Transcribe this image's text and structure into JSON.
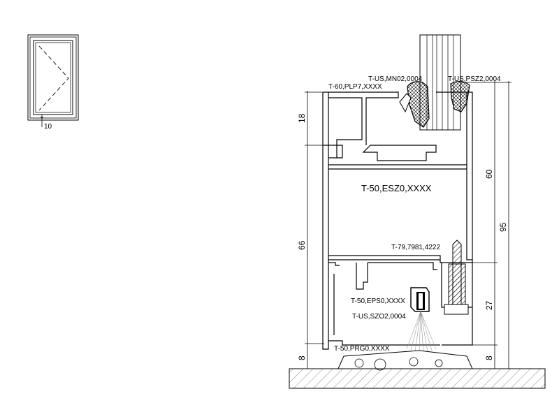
{
  "thumbnail": {
    "dimension": "10"
  },
  "labels": {
    "seal_inner": "T-US,MN02,0004",
    "seal_outer": "T-US,PSZ2,0004",
    "bead": "T-60,PLP7,XXXX",
    "insulator_main": "T-50,ESZ0,XXXX",
    "screw": "T-79,7981,4222",
    "brush_profile": "T-50,EPS0,XXXX",
    "brush_seal": "T-US,SZO2,0004",
    "threshold": "T-50,PRG0,XXXX"
  },
  "dimensions": {
    "left_top": "18",
    "left_middle": "66",
    "left_bottom": "8",
    "right_upper": "60",
    "right_total": "95",
    "right_lower": "27",
    "right_bottom": "8"
  }
}
